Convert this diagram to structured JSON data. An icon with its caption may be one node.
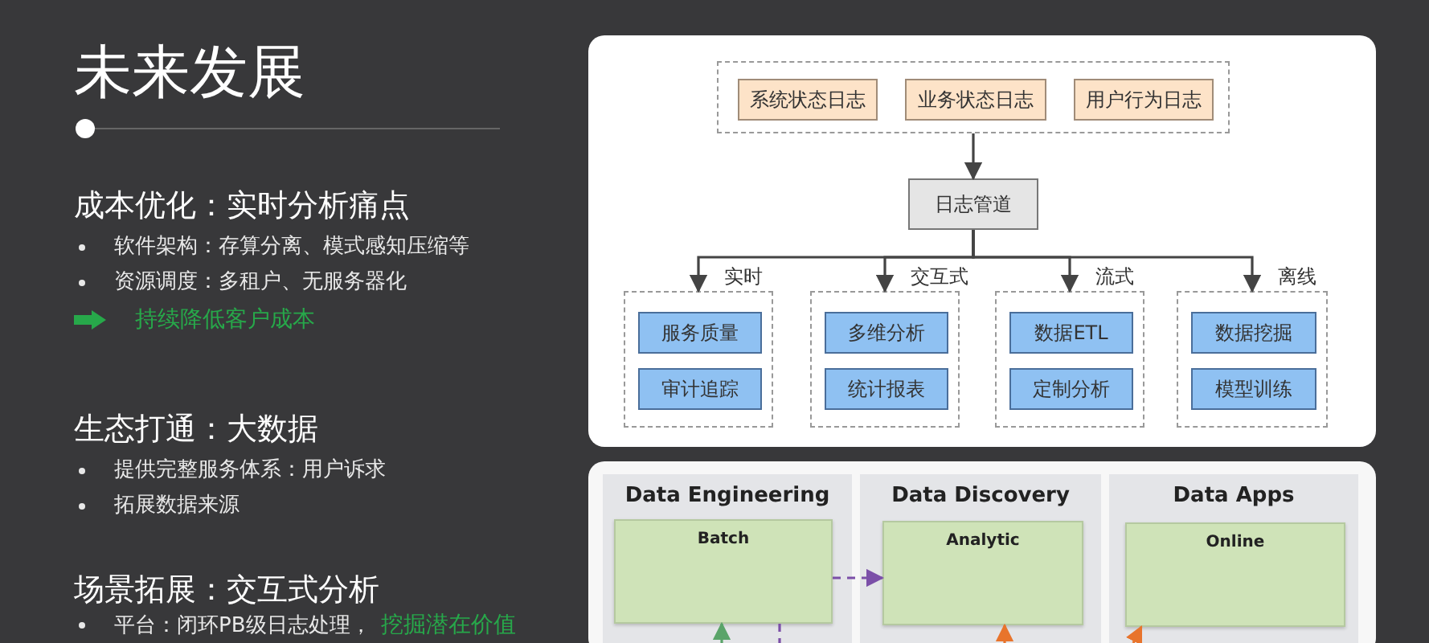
{
  "diagram": {
    "title": "未来发展",
    "nodes": [
      {
        "text": [],
        "shape": "box"
      },
      {
        "text": [
          "系统状态日志"
        ],
        "in": 0
      },
      {
        "text": [
          "业务状态日志"
        ],
        "in": 0
      },
      {
        "text": [
          "用户行为日志"
        ],
        "in": 0
      },
      {
        "text": [
          "日志管道"
        ]
      },
      {
        "text": [],
        "shape": "box"
      },
      {
        "text": [
          "服务质量"
        ],
        "in": 5
      },
      {
        "text": [
          "审计追踪"
        ],
        "in": 5
      },
      {
        "text": [],
        "shape": "box"
      },
      {
        "text": [
          "多维分析"
        ],
        "in": 8
      },
      {
        "text": [
          "统计报表"
        ],
        "in": 8
      },
      {
        "text": [],
        "shape": "box"
      },
      {
        "text": [
          "数据ETL"
        ],
        "in": 11
      },
      {
        "text": [
          "定制分析"
        ],
        "in": 11
      },
      {
        "text": [],
        "shape": "box"
      },
      {
        "text": [
          "数据挖掘"
        ],
        "in": 14
      },
      {
        "text": [
          "模型训练"
        ],
        "in": 14
      },
      {
        "text": [
          "Data Engineering"
        ]
      },
      {
        "text": [
          "Batch"
        ],
        "in": 17
      },
      {
        "text": [
          "Data Discovery"
        ]
      },
      {
        "text": [
          "Analytic"
        ],
        "in": 19
      },
      {
        "text": [
          "Data Apps"
        ]
      },
      {
        "text": [
          "Online"
        ],
        "in": 21
      }
    ],
    "edges": [
      {
        "from": 0,
        "to": 4,
        "arrow": "to"
      },
      {
        "from": 4,
        "to": 5,
        "arrow": "to",
        "label": "实时"
      },
      {
        "from": 4,
        "to": 8,
        "arrow": "to",
        "label": "交互式"
      },
      {
        "from": 4,
        "to": 11,
        "arrow": "to",
        "label": "流式"
      },
      {
        "from": 4,
        "to": 14,
        "arrow": "to",
        "label": "离线"
      },
      {
        "from": 18,
        "to": 20,
        "arrow": "to",
        "style": "dashed",
        "color": "#7b4fa8"
      },
      {
        "from": null,
        "to": 18,
        "arrow": "to",
        "style": "dashed",
        "color": "#5aa469"
      },
      {
        "from": 18,
        "to": null,
        "arrow": "none",
        "style": "dashed",
        "color": "#7b4fa8"
      },
      {
        "from": null,
        "to": 20,
        "arrow": "to",
        "style": "dashed",
        "color": "#e8742c"
      },
      {
        "from": null,
        "to": 22,
        "arrow": "to",
        "style": "dashed",
        "color": "#e8742c"
      }
    ],
    "labels": [
      "成本优化：实时分析痛点",
      "软件架构：存算分离、模式感知压缩等",
      "资源调度：多租户、无服务器化",
      "持续降低客户成本",
      "生态打通：大数据",
      "提供完整服务体系：用户诉求",
      "拓展数据来源",
      "场景拓展：交互式分析",
      "平台：闭环PB级日志处理，",
      "挖掘潜在价值"
    ]
  }
}
